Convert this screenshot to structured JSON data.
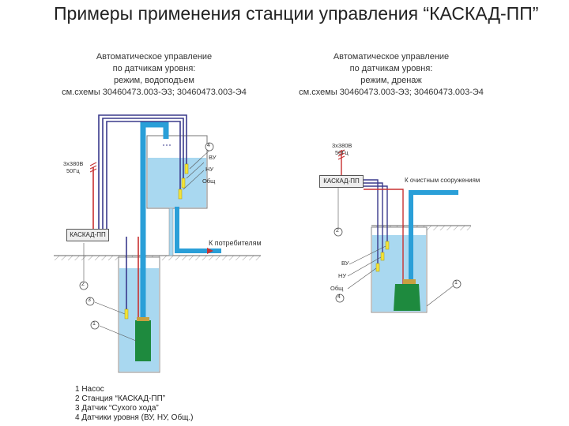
{
  "title": "Примеры применения станции управления “КАСКАД-ПП”",
  "left": {
    "caption": [
      "Автоматическое управление",
      "по датчикам уровня:",
      "режим, водоподъем",
      "см.схемы 30460473.003-Э3; 30460473.003-Э4"
    ],
    "power": [
      "3х380В",
      "50Гц"
    ],
    "station_label": "КАСКАД-ПП",
    "sensor_labels": [
      "ВУ",
      "НУ",
      "Общ"
    ],
    "consumer_label": "К потребителям",
    "callouts": [
      "4",
      "2",
      "3",
      "1"
    ]
  },
  "right": {
    "caption": [
      "Автоматическое управление",
      "по датчикам уровня:",
      "режим, дренаж",
      "см.схемы 30460473.003-Э3; 30460473.003-Э4"
    ],
    "power": [
      "3х380В",
      "50Гц"
    ],
    "station_label": "КАСКАД-ПП",
    "sewer_label": "К очистным сооружениям",
    "sensor_labels": [
      "ВУ",
      "НУ",
      "Общ"
    ],
    "callouts": [
      "2",
      "4",
      "1"
    ]
  },
  "legend": [
    "1 Насос",
    "2 Станция “КАСКАД-ПП”",
    "3 Датчик “Сухого хода”",
    "4 Датчики уровня (ВУ, НУ, Общ.)"
  ],
  "colors": {
    "water": "#a9d8f0",
    "pipe": "#2a9fd8",
    "cable_blue": "#3a3a8c",
    "cable_red": "#c83030",
    "pump": "#1e8a3e",
    "sensor": "#f2e23a"
  }
}
